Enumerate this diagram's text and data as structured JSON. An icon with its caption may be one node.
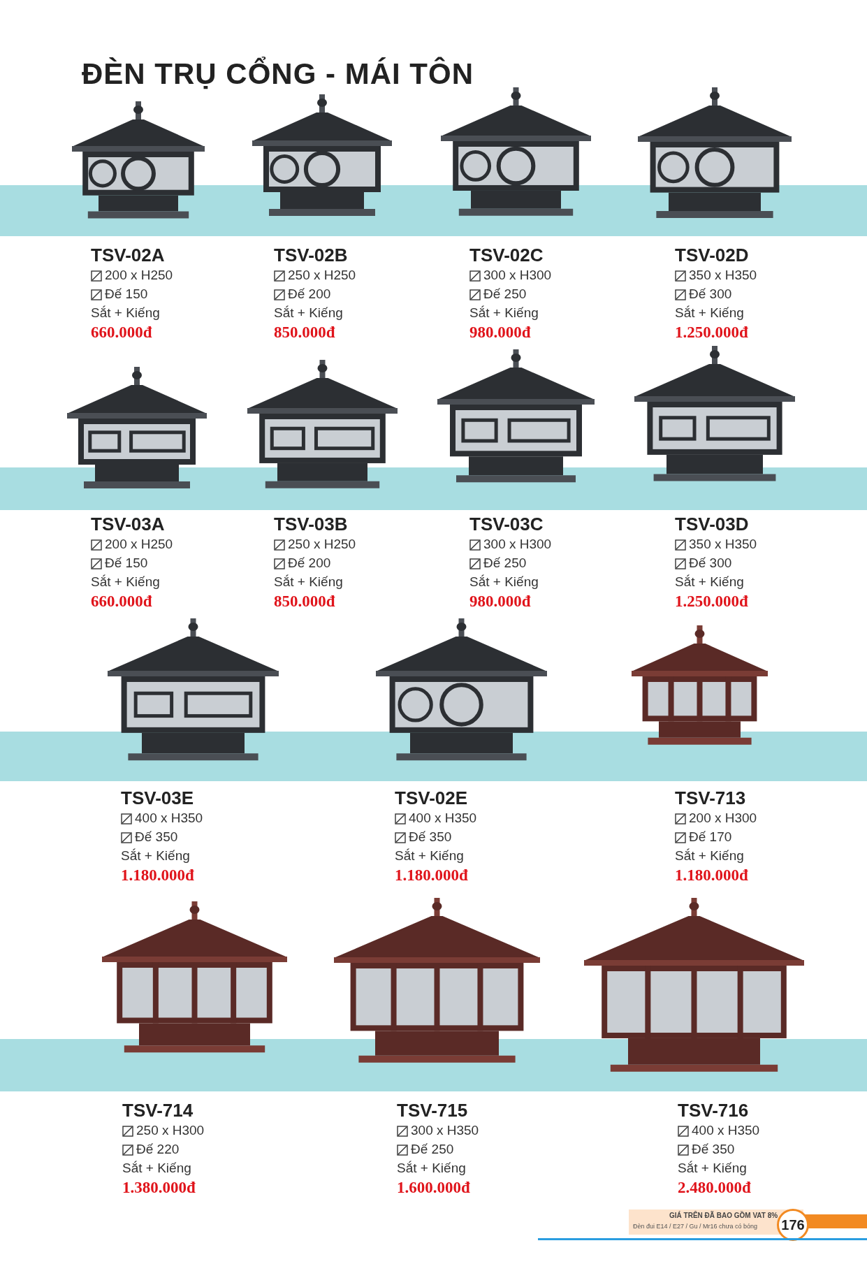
{
  "diagram": {
    "title": "ĐÈN TRỤ CỔNG - MÁI TÔN",
    "nodes": [
      {
        "text": [],
        "shape": "bar"
      },
      {
        "text": [],
        "shape": "bar"
      },
      {
        "text": [],
        "shape": "bar"
      },
      {
        "text": [],
        "shape": "bar"
      }
    ],
    "labels": [
      "TSV-02A",
      "200 x H250",
      "Đế 150",
      "Sắt + Kiếng",
      "660.000đ",
      "TSV-02B",
      "250 x H250",
      "Đế 200",
      "Sắt + Kiếng",
      "850.000đ",
      "TSV-02C",
      "300 x H300",
      "Đế 250",
      "Sắt + Kiếng",
      "980.000đ",
      "TSV-02D",
      "350 x H350",
      "Đế 300",
      "Sắt + Kiếng",
      "1.250.000đ",
      "TSV-03A",
      "200 x H250",
      "Đế 150",
      "Sắt + Kiếng",
      "660.000đ",
      "TSV-03B",
      "250 x H250",
      "Đế 200",
      "Sắt + Kiếng",
      "850.000đ",
      "TSV-03C",
      "300 x H300",
      "Đế 250",
      "Sắt + Kiếng",
      "980.000đ",
      "TSV-03D",
      "350 x H350",
      "Đế 300",
      "Sắt + Kiếng",
      "1.250.000đ",
      "TSV-03E",
      "400 x H350",
      "Đế 350",
      "Sắt + Kiếng",
      "1.180.000đ",
      "TSV-02E",
      "400 x H350",
      "Đế 350",
      "Sắt + Kiếng",
      "1.180.000đ",
      "TSV-713",
      "200 x H300",
      "Đế 170",
      "Sắt + Kiếng",
      "1.180.000đ",
      "TSV-714",
      "250 x H300",
      "Đế 220",
      "Sắt + Kiếng",
      "1.380.000đ",
      "TSV-715",
      "300 x H350",
      "Đế 250",
      "Sắt + Kiếng",
      "1.600.000đ",
      "TSV-716",
      "400 x H350",
      "Đế 350",
      "Sắt + Kiếng",
      "2.480.000đ",
      "GIÁ TRÊN ĐÃ BAO GỒM VAT 8%",
      "Đèn đui E14 / E27 / Gu / Mr16  chưa có bóng",
      "176"
    ]
  }
}
